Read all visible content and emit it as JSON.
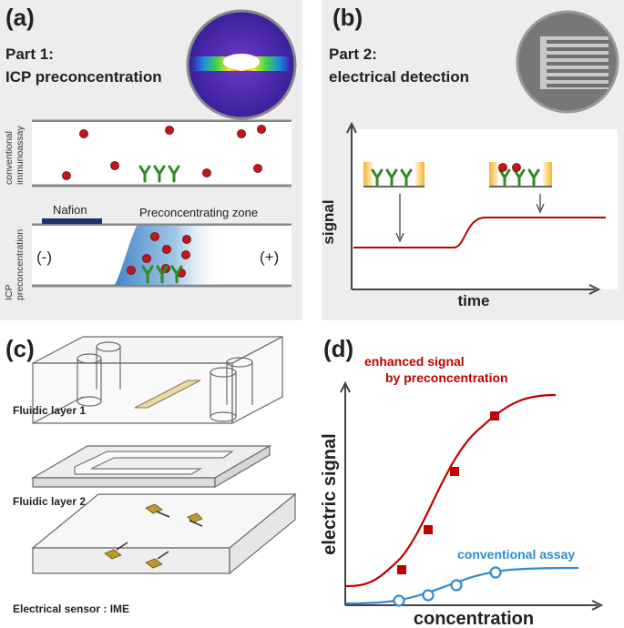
{
  "panel_a": {
    "label": "(a)",
    "title_line1": "Part 1:",
    "title_line2": "ICP preconcentration",
    "conventional_label_1": "conventional",
    "conventional_label_2": "immunoassay",
    "nafion_label": "Nafion",
    "zone_label": "Preconcentrating zone",
    "minus_label": "(-)",
    "plus_label": "(+)",
    "icp_label_1": "ICP",
    "icp_label_2": "preconcentration"
  },
  "panel_b": {
    "label": "(b)",
    "title_line1": "Part 2:",
    "title_line2": "electrical detection",
    "y_axis_label": "signal",
    "x_axis_label": "time"
  },
  "panel_c": {
    "label": "(c)",
    "layer1": "Fluidic layer 1",
    "layer2": "Fluidic layer 2",
    "sensor": "Electrical sensor : IME"
  },
  "panel_d": {
    "label": "(d)",
    "enhanced_1": "enhanced signal",
    "enhanced_2": "by preconcentration",
    "conventional": "conventional assay",
    "y_axis_label": "electric signal",
    "x_axis_label": "concentration"
  },
  "colors": {
    "red": "#c00000",
    "blue": "#2e8ccf",
    "green": "#2e8b22",
    "panel_bg": "#ededed",
    "nafion": "#1f2f6b"
  }
}
